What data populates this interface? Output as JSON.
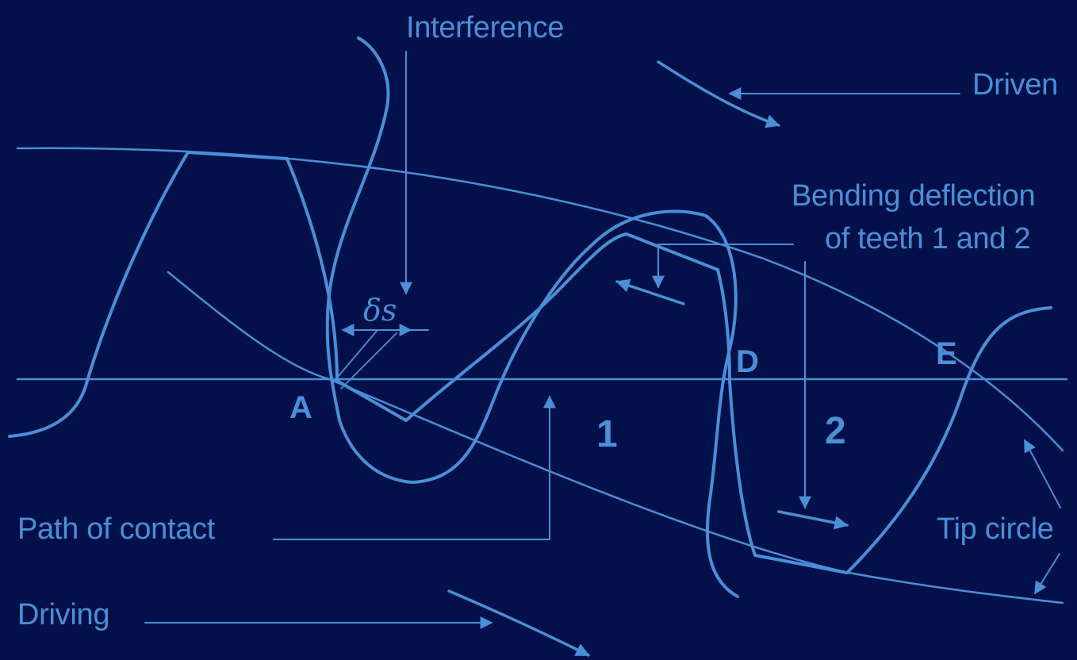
{
  "colors": {
    "background": "#04104a",
    "line": "#4a8fd8"
  },
  "labels": {
    "interference": "Interference",
    "driven": "Driven",
    "bending_line1": "Bending deflection",
    "bending_line2": "of teeth 1 and 2",
    "path_of_contact": "Path of contact",
    "driving": "Driving",
    "tip_circle": "Tip circle",
    "point_a": "A",
    "point_d": "D",
    "point_e": "E",
    "tooth_1": "1",
    "tooth_2": "2",
    "delta_s": "δs"
  }
}
